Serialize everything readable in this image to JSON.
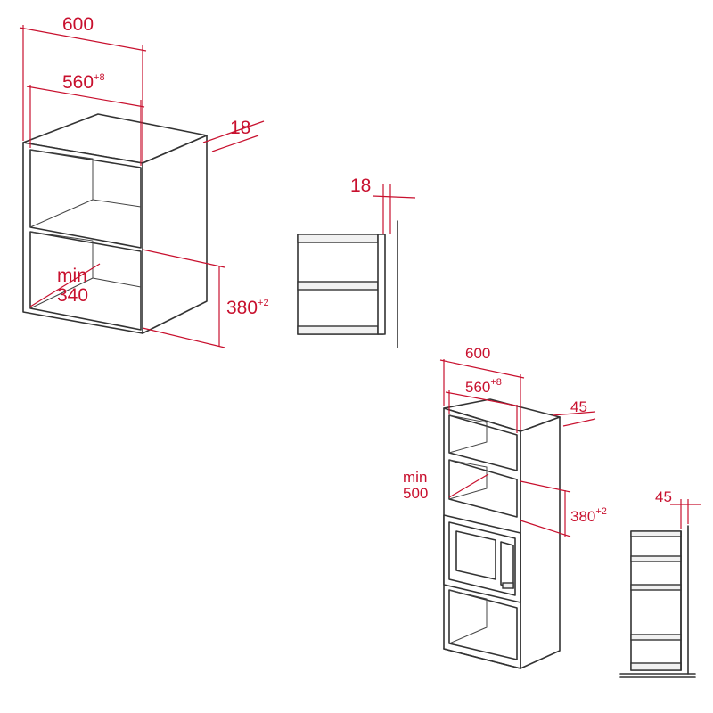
{
  "figures": {
    "upper_cabinet": {
      "width": "600",
      "niche_width": "560",
      "niche_width_tol": "+8",
      "panel": "18",
      "min_depth": "min",
      "min_depth_val": "340",
      "niche_height": "380",
      "niche_height_tol": "+2"
    },
    "upper_section": {
      "panel": "18"
    },
    "tall_cabinet": {
      "width": "600",
      "niche_width": "560",
      "niche_width_tol": "+8",
      "gap": "45",
      "min_depth": "min",
      "min_depth_val": "500",
      "niche_height": "380",
      "niche_height_tol": "+2"
    },
    "tall_section": {
      "gap": "45"
    }
  },
  "colors": {
    "dimension": "#c8102e",
    "line": "#333333"
  }
}
